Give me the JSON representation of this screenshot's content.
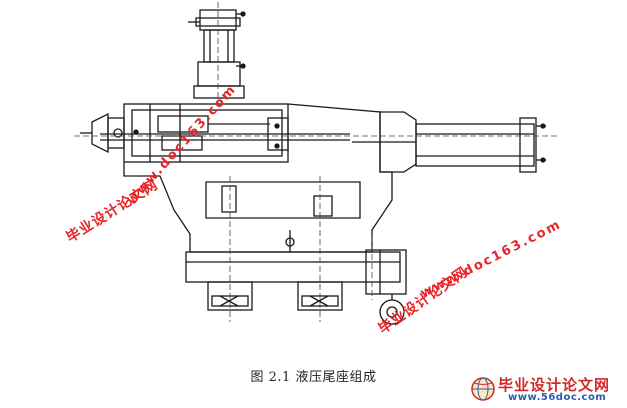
{
  "figure": {
    "caption": "图 2.1  液压尾座组成"
  },
  "watermarks": {
    "site_cn": "毕业设计论文网",
    "site_url": "www.doc163.com"
  },
  "brand": {
    "name": "毕业设计论文网",
    "url": "www.56doc.com",
    "logo_icon": "globe-logo-icon",
    "colors": {
      "red": "#d12a2a",
      "blue": "#2a5db0"
    }
  }
}
